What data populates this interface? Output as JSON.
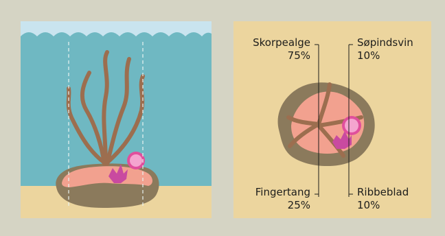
{
  "title": "",
  "scene": {
    "left_panel": "seabed-with-rock",
    "right_panel": "rock-top-view"
  },
  "labels": {
    "skorpealge": {
      "name": "Skorpealge",
      "percent": "75%"
    },
    "sopindsvin": {
      "name": "Søpindsvin",
      "percent": "10%"
    },
    "fingertang": {
      "name": "Fingertang",
      "percent": "25%"
    },
    "ribbeblad": {
      "name": "Ribbeblad",
      "percent": "10%"
    }
  },
  "colors": {
    "background": "#d5d4c4",
    "water": "#6fb8c2",
    "sky": "#c9e4ef",
    "sand": "#ecd59e",
    "rock": "#8b7a5c",
    "skorpealge": "#f2a18f",
    "tang": "#9c6e4f",
    "ribbeblad": "#c94aa0",
    "sopindsvin": "#e04f9c"
  }
}
